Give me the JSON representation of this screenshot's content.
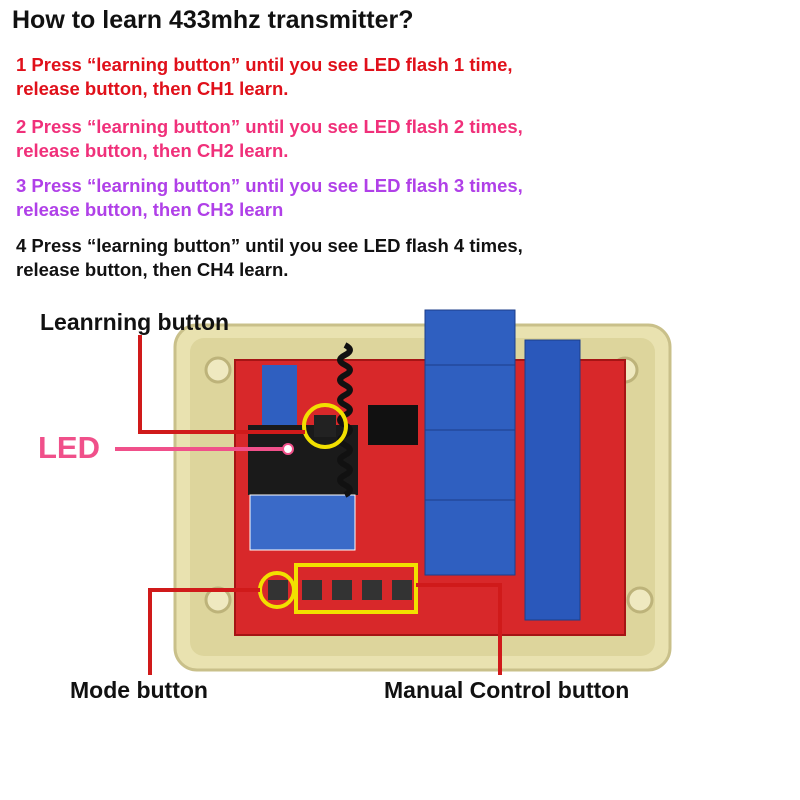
{
  "title": "How to learn 433mhz transmitter?",
  "steps": [
    {
      "line1": "1 Press “learning button” until you see LED flash 1 time,",
      "line2": "release button, then CH1 learn.",
      "color": "#e0101a"
    },
    {
      "line1": "2 Press “learning button” until you see LED flash 2 times,",
      "line2": "release button, then CH2 learn.",
      "color": "#f0307a"
    },
    {
      "line1": "3 Press “learning button” until you see LED flash 3 times,",
      "line2": "release button, then CH3 learn",
      "color": "#b040e8"
    },
    {
      "line1": "4 Press “learning button” until you see LED flash 4 times,",
      "line2": "release button, then CH4 learn.",
      "color": "#111111"
    }
  ],
  "labels": {
    "learning_button": "Leanrning button",
    "led": "LED",
    "mode_button": "Mode button",
    "manual_control_button": "Manual Control button"
  },
  "colors": {
    "pointer_red": "#d01a1a",
    "led_pink": "#f0508a",
    "highlight_yellow": "#f2e000",
    "relay_blue": "#2f5fc0",
    "pcb_red": "#d8282a",
    "enclosure": "#e9e2b0"
  }
}
